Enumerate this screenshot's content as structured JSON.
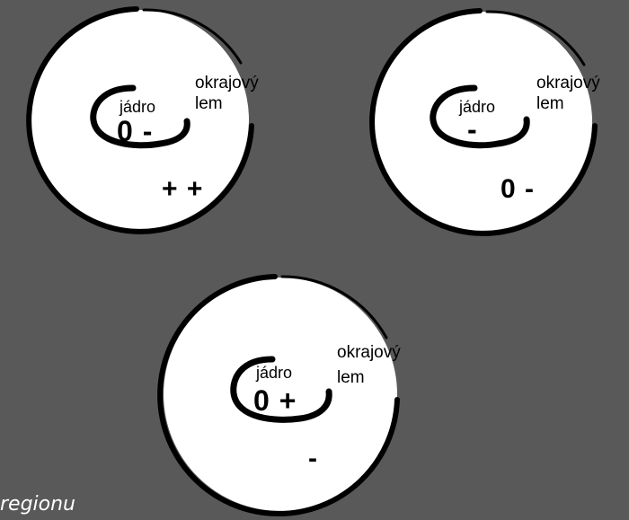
{
  "panels": [
    {
      "core_label": "jádro",
      "rim_label_1": "okrajový",
      "rim_label_2": "lem",
      "core_sign": "0 -",
      "rim_sign": "+ +"
    },
    {
      "core_label": "jádro",
      "rim_label_1": "okrajový",
      "rim_label_2": "lem",
      "core_sign": "-",
      "rim_sign": "0 -"
    },
    {
      "core_label": "jádro",
      "rim_label_1": "okrajový",
      "rim_label_2": "lem",
      "core_sign": "0 +",
      "rim_sign": "-"
    }
  ],
  "caption": "regionu",
  "colors": {
    "background": "#595959",
    "disc": "#ffffff",
    "stroke": "#000000",
    "text": "#000000"
  }
}
